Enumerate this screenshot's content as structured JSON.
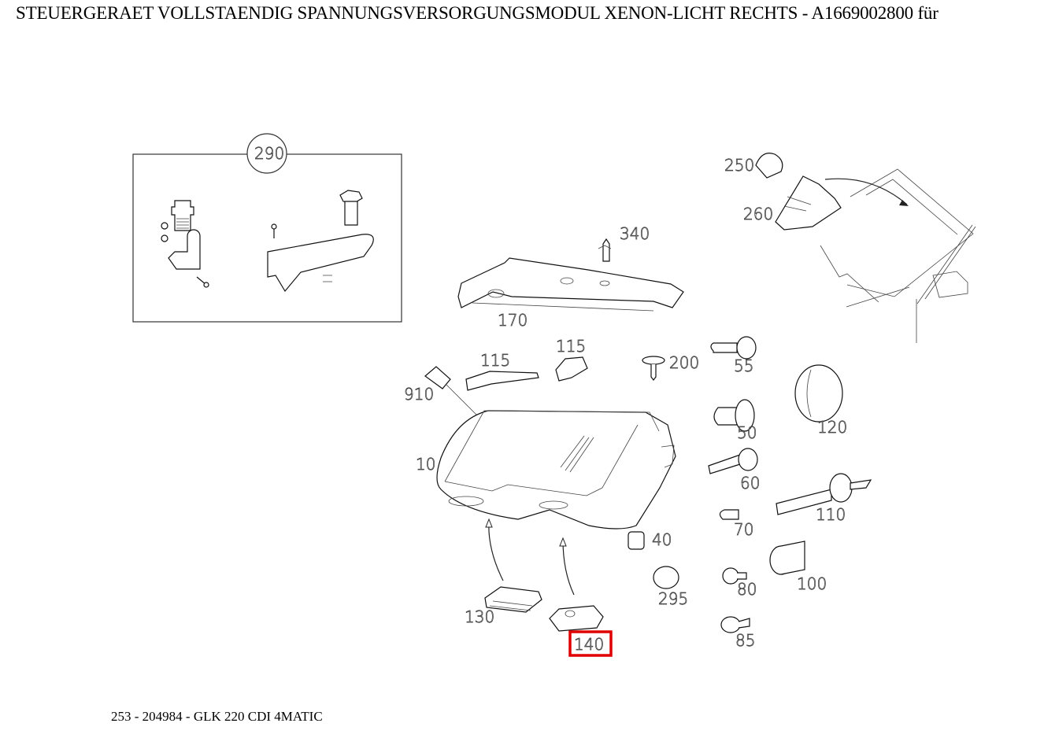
{
  "header": {
    "title": "STEUERGERAET VOLLSTAENDIG SPANNUNGSVERSORGUNGSMODUL XENON-LICHT RECHTS - A1669002800 für"
  },
  "footer": {
    "caption": "253 - 204984 - GLK 220 CDI 4MATIC"
  },
  "diagram": {
    "inset_label": "290",
    "highlight_color": "#e00000",
    "highlighted_part": "140",
    "parts": [
      {
        "id": "290",
        "label": "290"
      },
      {
        "id": "250",
        "label": "250"
      },
      {
        "id": "260",
        "label": "260"
      },
      {
        "id": "340",
        "label": "340"
      },
      {
        "id": "170",
        "label": "170"
      },
      {
        "id": "115a",
        "label": "115"
      },
      {
        "id": "115b",
        "label": "115"
      },
      {
        "id": "200",
        "label": "200"
      },
      {
        "id": "910",
        "label": "910"
      },
      {
        "id": "55",
        "label": "55"
      },
      {
        "id": "120",
        "label": "120"
      },
      {
        "id": "10",
        "label": "10"
      },
      {
        "id": "50",
        "label": "50"
      },
      {
        "id": "60",
        "label": "60"
      },
      {
        "id": "110",
        "label": "110"
      },
      {
        "id": "70",
        "label": "70"
      },
      {
        "id": "40",
        "label": "40"
      },
      {
        "id": "295",
        "label": "295"
      },
      {
        "id": "80",
        "label": "80"
      },
      {
        "id": "100",
        "label": "100"
      },
      {
        "id": "130",
        "label": "130"
      },
      {
        "id": "140",
        "label": "140"
      },
      {
        "id": "85",
        "label": "85"
      }
    ]
  }
}
